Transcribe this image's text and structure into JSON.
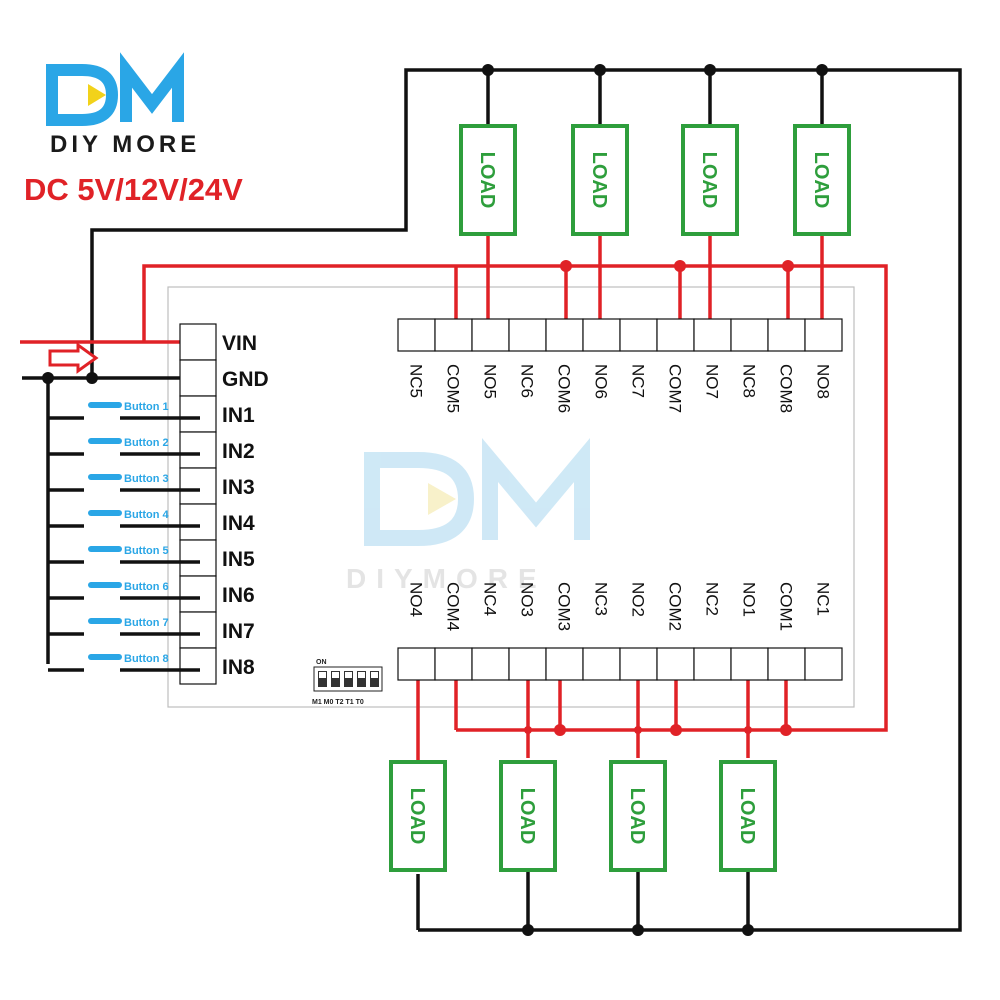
{
  "logo": {
    "letters": "DM",
    "brand": "DIY MORE"
  },
  "supply": {
    "label": "DC 5V/12V/24V"
  },
  "watermark": {
    "letters": "DM",
    "brand": "DIYMORE"
  },
  "power_pins": [
    "VIN",
    "GND"
  ],
  "input_pins": [
    "IN1",
    "IN2",
    "IN3",
    "IN4",
    "IN5",
    "IN6",
    "IN7",
    "IN8"
  ],
  "buttons": [
    "Button 1",
    "Button 2",
    "Button 3",
    "Button 4",
    "Button 5",
    "Button 6",
    "Button 7",
    "Button 8"
  ],
  "top_terminals": [
    "NC5",
    "COM5",
    "NO5",
    "NC6",
    "COM6",
    "NO6",
    "NC7",
    "COM7",
    "NO7",
    "NC8",
    "COM8",
    "NO8"
  ],
  "bottom_terminals": [
    "NO4",
    "COM4",
    "NC4",
    "NO3",
    "COM3",
    "NC3",
    "NO2",
    "COM2",
    "NC2",
    "NO1",
    "COM1",
    "NC1"
  ],
  "load_label": "LOAD",
  "dip_switch": {
    "label_on": "ON",
    "labels": "M1 M0 T2 T1 T0"
  },
  "colors": {
    "wire_red": "#e02227",
    "wire_black": "#111111",
    "load_green": "#2e9e3c",
    "button_blue": "#2aa6e6",
    "logo_blue": "#2aa6e6",
    "logo_yellow": "#f2d21a"
  }
}
